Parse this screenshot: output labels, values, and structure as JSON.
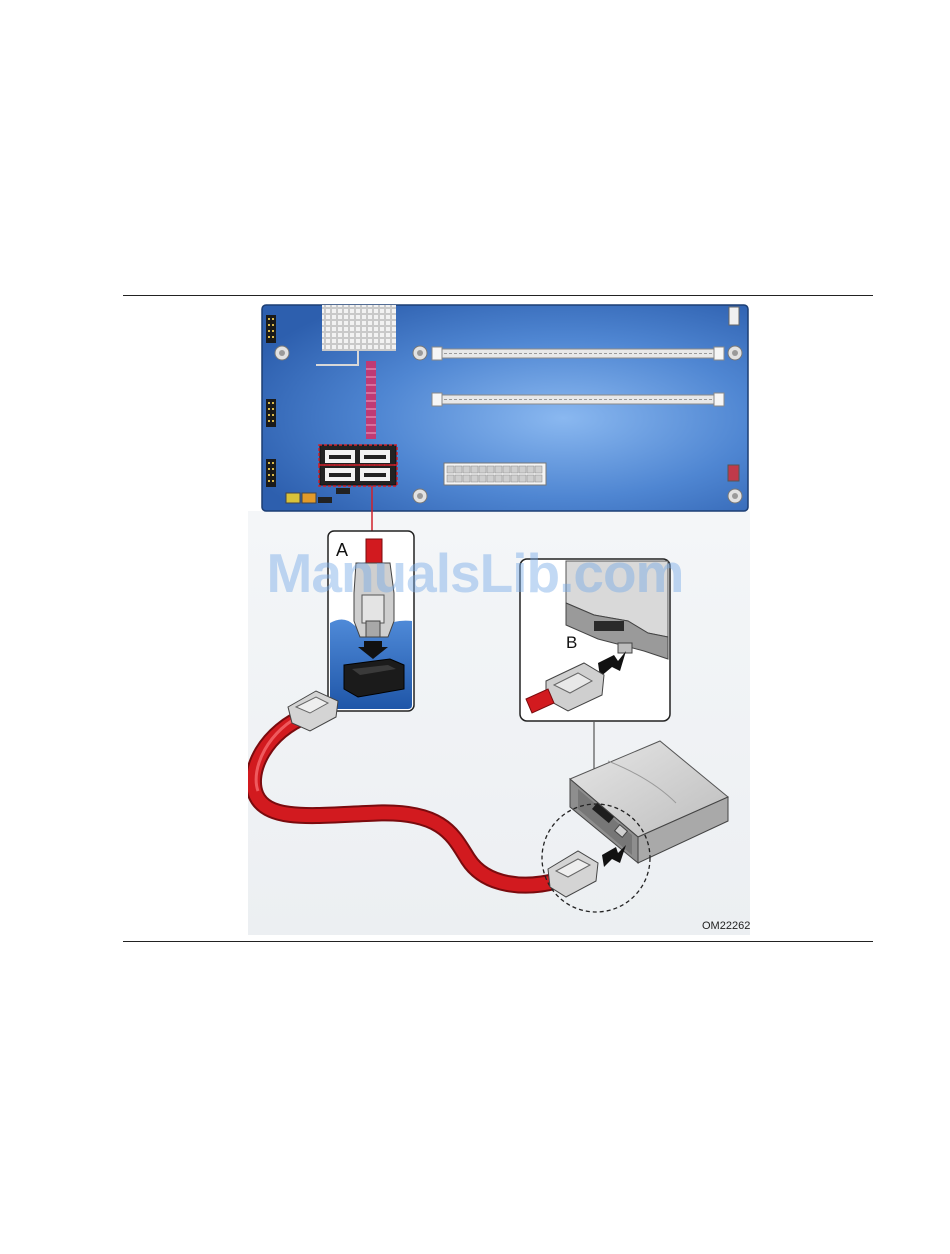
{
  "figure": {
    "callout_a": "A",
    "callout_b": "B",
    "figure_id": "OM22262"
  },
  "watermark": "ManualsLib.com",
  "colors": {
    "board": "#3b74c4",
    "board_light": "#7fb0ec",
    "cable": "#d21a1f",
    "highlight": "#d0202a"
  }
}
